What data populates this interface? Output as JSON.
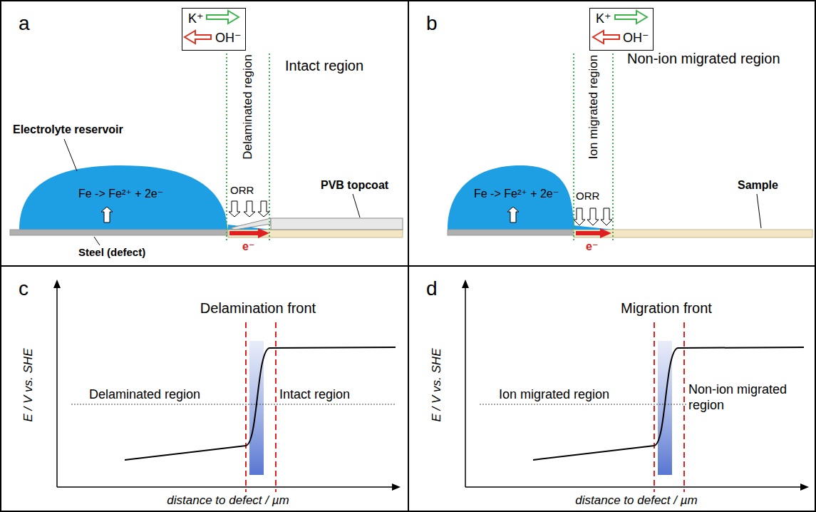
{
  "diagram": {
    "nodes": [
      {
        "text": [
          "a"
        ]
      },
      {
        "text": [
          "b"
        ]
      },
      {
        "text": [
          "c"
        ]
      },
      {
        "text": [
          "d"
        ]
      },
      {
        "text": [
          "K⁺",
          "OH⁻"
        ],
        "in": 0
      },
      {
        "text": [
          "K⁺",
          "OH⁻"
        ],
        "in": 1
      }
    ],
    "labels": [
      "Electrolyte reservoir",
      "Fe -> Fe²⁺ + 2e⁻",
      "Steel (defect)",
      "Delaminated region",
      "Intact region",
      "ORR",
      "PVB topcoat",
      "e⁻",
      "Fe -> Fe²⁺ + 2e⁻",
      "Ion migrated region",
      "Non-ion migrated region",
      "ORR",
      "Sample",
      "e⁻",
      "Delamination front",
      "Delaminated region",
      "Intact region",
      "E / V vs. SHE",
      "distance to defect / µm",
      "Migration front",
      "Ion migrated region",
      "Non-ion migrated region",
      "E / V vs. SHE",
      "distance to defect / µm"
    ]
  }
}
